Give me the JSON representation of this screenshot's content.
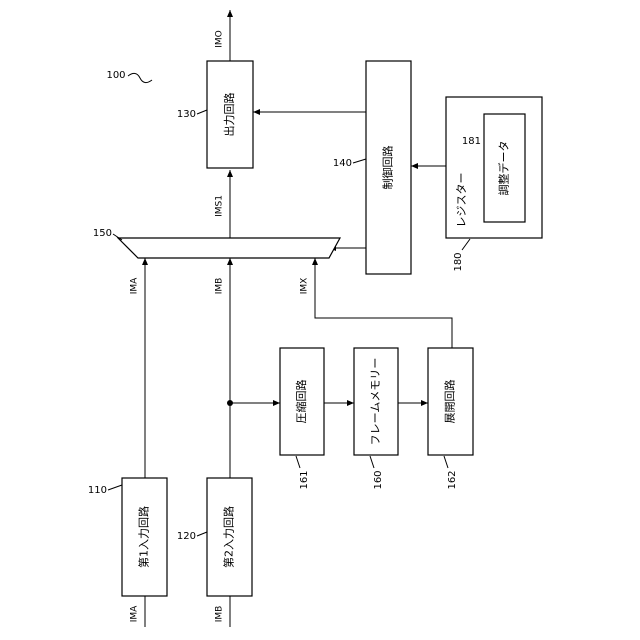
{
  "figure_ref": "100",
  "blocks": {
    "input1": {
      "ref": "110",
      "label": "第1入力回路"
    },
    "input2": {
      "ref": "120",
      "label": "第2入力回路"
    },
    "output": {
      "ref": "130",
      "label": "出力回路"
    },
    "control": {
      "ref": "140",
      "label": "制御回路"
    },
    "selector": {
      "ref": "150"
    },
    "compress": {
      "ref": "161",
      "label": "圧縮回路"
    },
    "frame_memory": {
      "ref": "160",
      "label": "フレームメモリー"
    },
    "expand": {
      "ref": "162",
      "label": "展開回路"
    },
    "register": {
      "ref": "180",
      "label": "レジスター"
    },
    "adjust_data": {
      "ref": "181",
      "label": "調整データ"
    }
  },
  "signals": {
    "ima_in": "IMA",
    "imb_in": "IMB",
    "ima": "IMA",
    "imb": "IMB",
    "imx": "IMX",
    "ims1": "IMS1",
    "imo": "IMO"
  },
  "colors": {
    "line": "#000000",
    "fill": "#ffffff"
  }
}
